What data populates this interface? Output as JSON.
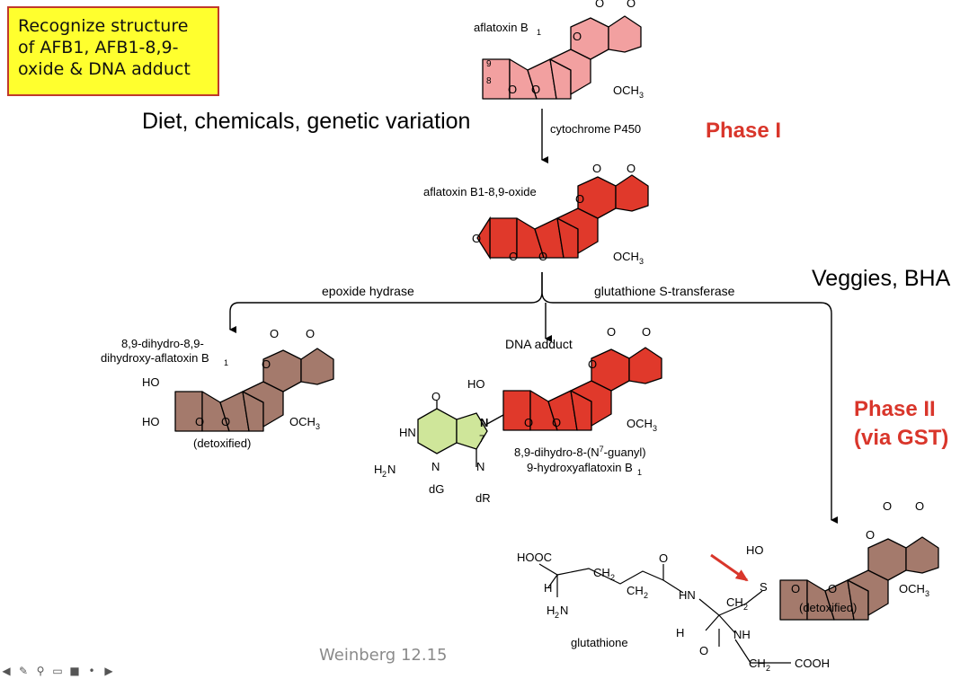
{
  "note": {
    "text": "Recognize structure of AFB1, AFB1-8,9-oxide & DNA adduct"
  },
  "annotations": {
    "diet": "Diet, chemicals, genetic variation",
    "veggies": "Veggies, BHA",
    "phase1": "Phase I",
    "phase2": "Phase II\n(via GST)"
  },
  "credit": "Weinberg 12.15",
  "molecules": {
    "afb1": {
      "name": "aflatoxin B",
      "sub": "1",
      "pos9": "9",
      "pos8": "8"
    },
    "oxide": {
      "name": "aflatoxin B1-8,9-oxide"
    },
    "dihydrodiol": {
      "name1": "8,9-dihydro-8,9-",
      "name2": "dihydroxy-aflatoxin B",
      "sub": "1",
      "note": "(detoxified)"
    },
    "adduct": {
      "title": "DNA adduct",
      "name1a": "8,9-dihydro-8-(N",
      "sup": "7",
      "name1b": "-guanyl)",
      "name2": "9-hydroxyaflatoxin B",
      "sub": "1",
      "dg": "dG",
      "dr": "dR",
      "n7": "7"
    },
    "gsh": {
      "note": "(detoxified)",
      "label": "glutathione"
    }
  },
  "enzymes": {
    "p450": "cytochrome P450",
    "epoxide": "epoxide hydrase",
    "gst": "glutathione S-transferase"
  },
  "atoms": {
    "O": "O",
    "OCH3": "OCH",
    "sub3": "3",
    "HO": "HO",
    "N": "N",
    "HN": "HN",
    "H2N": "H",
    "H": "H",
    "NH": "NH",
    "S": "S",
    "HOOC": "HOOC",
    "COOH": "COOH",
    "CH2": "CH",
    "sub2": "2"
  },
  "colors": {
    "pink": "#f2a0a0",
    "red": "#e0392b",
    "brown": "#a47a6c",
    "green": "#cfe69a",
    "note_bg": "#ffff2e",
    "note_border": "#c0392b",
    "phase": "#d9362b"
  },
  "controls": [
    "back-icon",
    "pencil-icon",
    "search-icon",
    "captions-icon",
    "camera-icon",
    "more-icon",
    "forward-icon"
  ]
}
